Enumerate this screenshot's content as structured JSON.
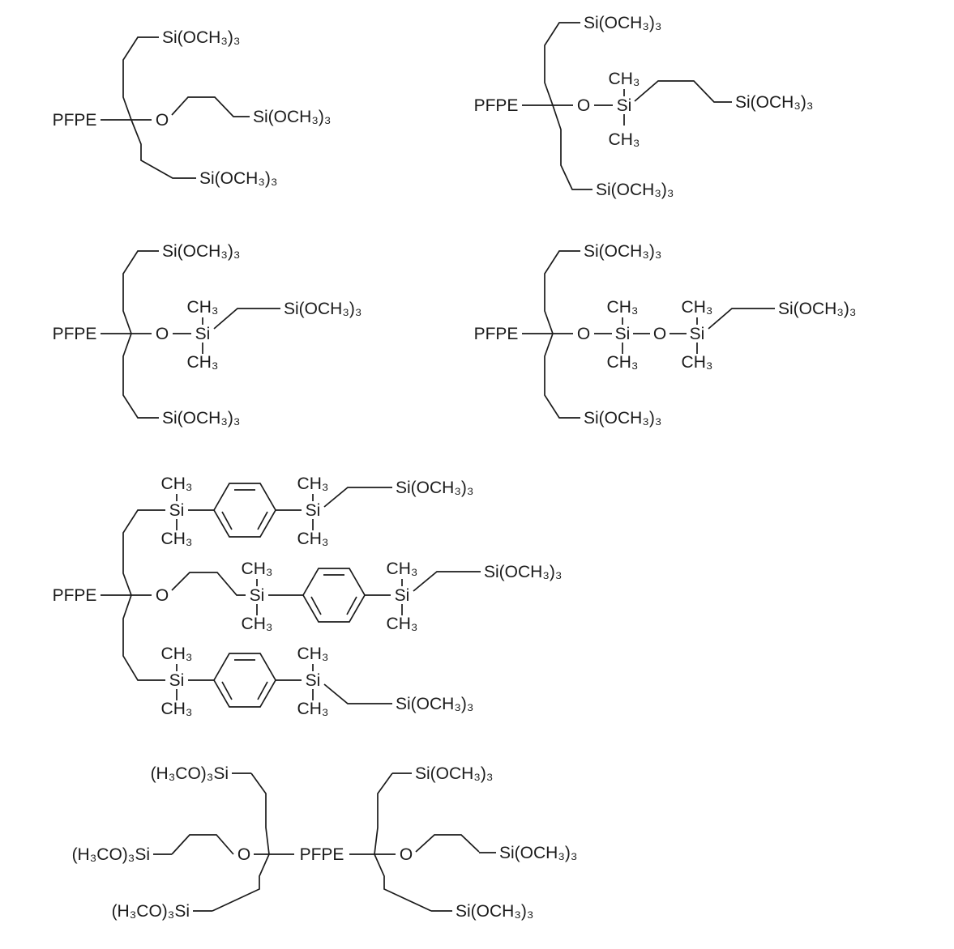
{
  "figure": {
    "formulas": [
      {
        "labels": {
          "pfpe": "PFPE",
          "o": "O",
          "silane": "Si(OCH₃)₃"
        }
      },
      {
        "labels": {
          "pfpe": "PFPE",
          "o": "O",
          "si": "Si",
          "ch3": "CH₃",
          "silane": "Si(OCH₃)₃"
        }
      },
      {
        "labels": {
          "pfpe": "PFPE",
          "o": "O",
          "si": "Si",
          "ch3": "CH₃",
          "silane": "Si(OCH₃)₃"
        }
      },
      {
        "labels": {
          "pfpe": "PFPE",
          "o": "O",
          "si": "Si",
          "ch3": "CH₃",
          "silane": "Si(OCH₃)₃"
        }
      },
      {
        "labels": {
          "pfpe": "PFPE",
          "o": "O",
          "si": "Si",
          "ch3": "CH₃",
          "silane": "Si(OCH₃)₃"
        }
      },
      {
        "labels": {
          "pfpe": "PFPE",
          "o": "O",
          "silane": "Si(OCH₃)₃",
          "silane_rev": "(H₃CO)₃Si"
        }
      }
    ]
  }
}
